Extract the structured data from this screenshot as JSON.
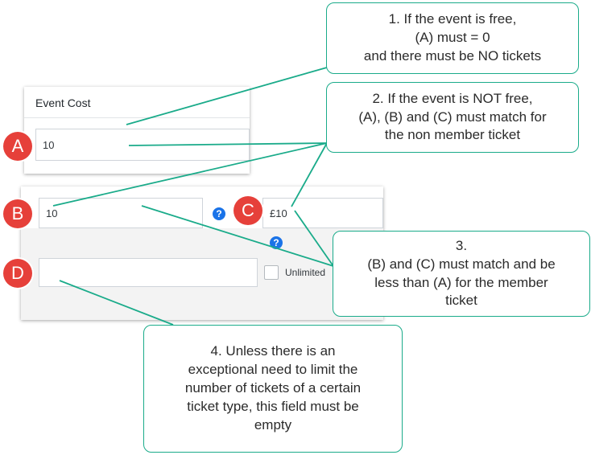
{
  "form": {
    "event_cost_label": "Event Cost",
    "event_cost_value": "10",
    "ticket_price_value": "10",
    "ticket_display_price": "£10",
    "ticket_quantity_value": "",
    "unlimited_label": "Unlimited",
    "help_glyph": "?"
  },
  "markers": {
    "a": "A",
    "b": "B",
    "c": "C",
    "d": "D"
  },
  "callouts": {
    "c1": "1. If the event is free,\n(A) must = 0\nand there must be NO tickets",
    "c2": "2. If the event is NOT free,\n(A), (B) and (C) must match for\nthe non member ticket",
    "c3": "3.\n(B) and (C) must match and be\nless than (A) for the member\nticket",
    "c4": "4. Unless there is an\nexceptional need to limit the\nnumber of tickets of a certain\nticket type, this field must be\nempty"
  },
  "colors": {
    "marker": "#e6403a",
    "connector": "#1aab8a",
    "help": "#1a73e8"
  }
}
